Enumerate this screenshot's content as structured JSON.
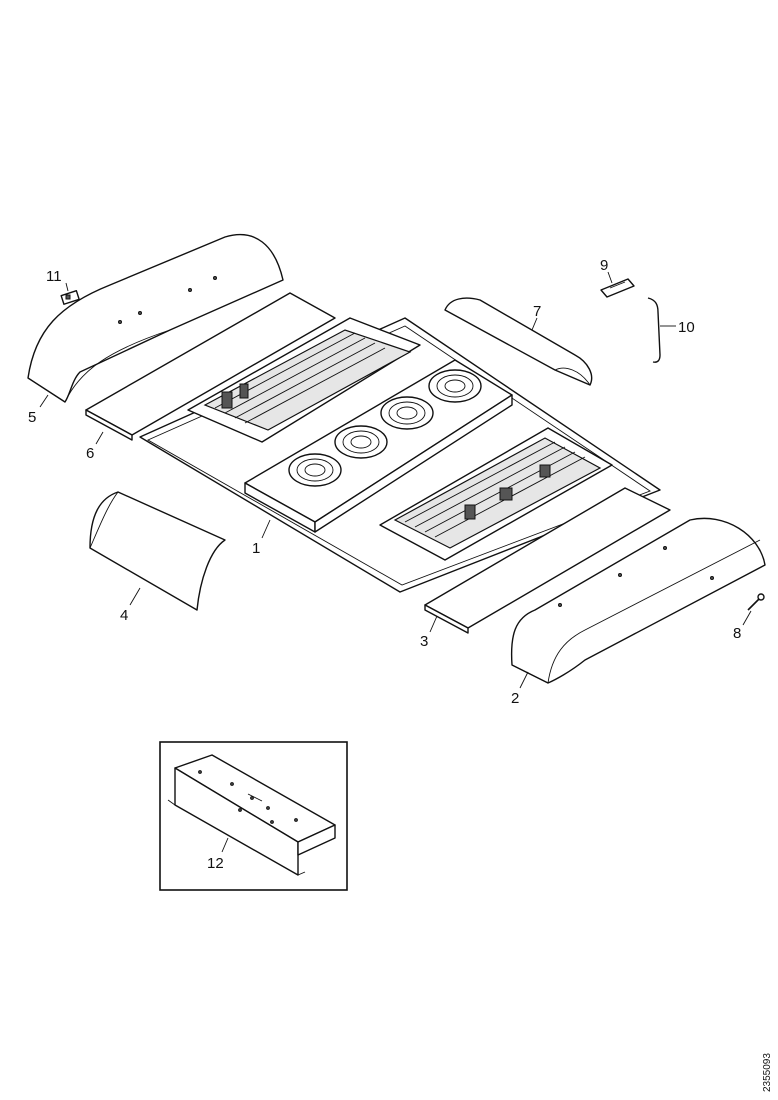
{
  "callouts": {
    "c1": "1",
    "c2": "2",
    "c3": "3",
    "c4": "4",
    "c5": "5",
    "c6": "6",
    "c7": "7",
    "c8": "8",
    "c9": "9",
    "c10": "10",
    "c11": "11",
    "c12": "12"
  },
  "document_id": "2355093"
}
